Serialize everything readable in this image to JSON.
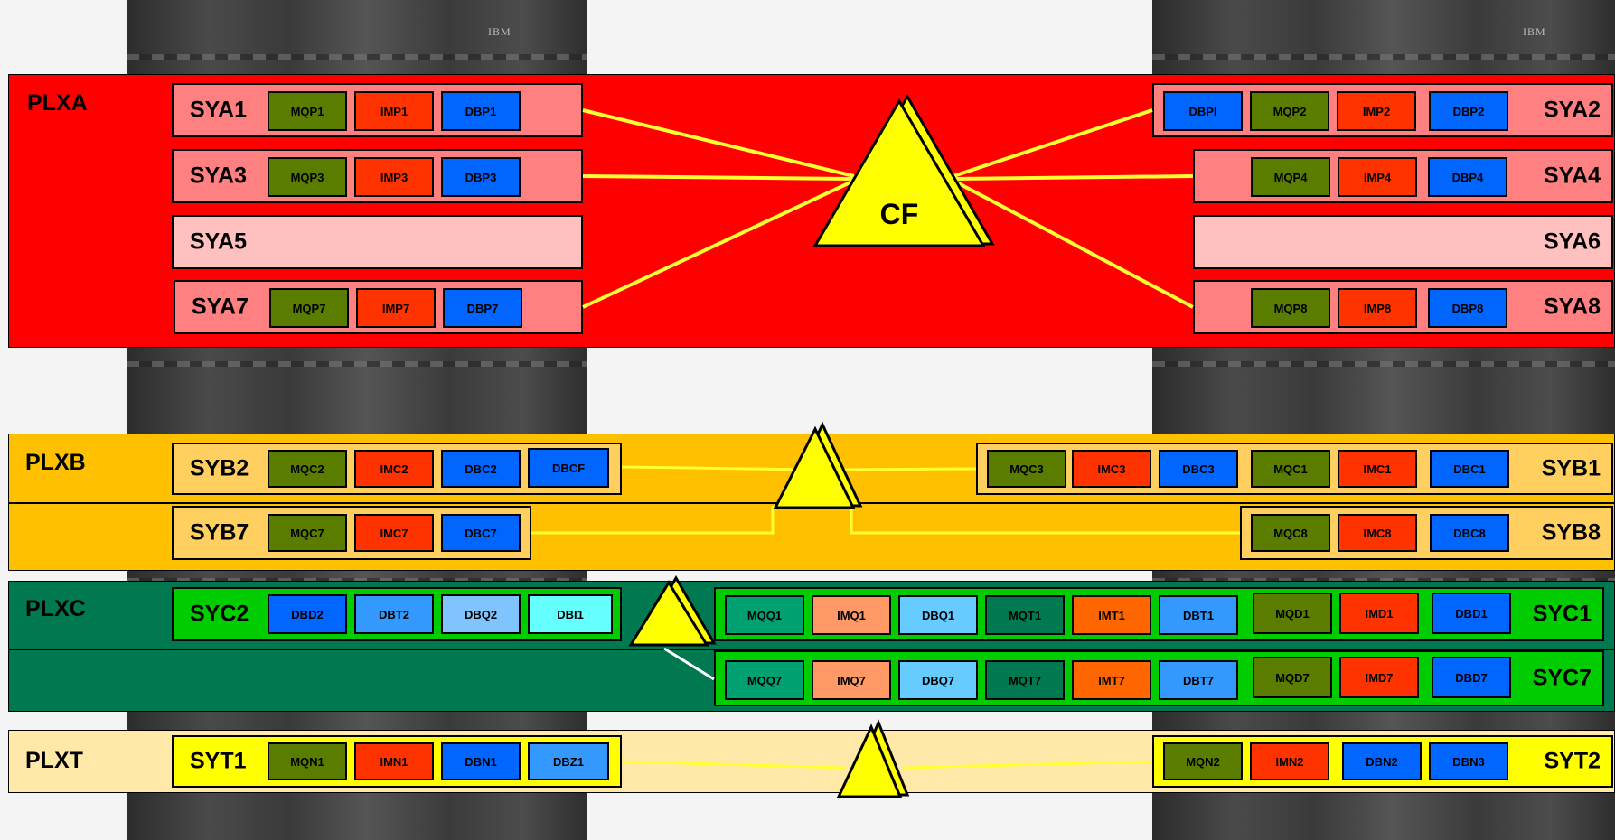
{
  "hardware_brand": "IBM",
  "cf_label": "CF",
  "colors": {
    "mq": "#5a7d00",
    "im": "#ff3300",
    "db": "#0066ff",
    "plxa_band": "#ff0000",
    "plxb_band": "#ffc000",
    "plxc_band": "#007850",
    "plxt_band": "#ffe8a8",
    "link_yellow": "#ffff33",
    "link_white": "#ffffff",
    "cf_fill": "#ffff00"
  },
  "plexes": [
    {
      "label": "PLXA",
      "systems": [
        {
          "label": "SYA1",
          "subsystems": [
            "MQP1",
            "IMP1",
            "DBP1"
          ]
        },
        {
          "label": "SYA2",
          "subsystems": [
            "DBPI",
            "MQP2",
            "IMP2",
            "DBP2"
          ]
        },
        {
          "label": "SYA3",
          "subsystems": [
            "MQP3",
            "IMP3",
            "DBP3"
          ]
        },
        {
          "label": "SYA4",
          "subsystems": [
            "MQP4",
            "IMP4",
            "DBP4"
          ]
        },
        {
          "label": "SYA5",
          "subsystems": []
        },
        {
          "label": "SYA6",
          "subsystems": []
        },
        {
          "label": "SYA7",
          "subsystems": [
            "MQP7",
            "IMP7",
            "DBP7"
          ]
        },
        {
          "label": "SYA8",
          "subsystems": [
            "MQP8",
            "IMP8",
            "DBP8"
          ]
        }
      ]
    },
    {
      "label": "PLXB",
      "systems": [
        {
          "label": "SYB2",
          "subsystems": [
            "MQC2",
            "IMC2",
            "DBC2",
            "DBCF"
          ]
        },
        {
          "label": "SYB1",
          "subsystems": [
            "MQC3",
            "IMC3",
            "DBC3",
            "MQC1",
            "IMC1",
            "DBC1"
          ]
        },
        {
          "label": "SYB7",
          "subsystems": [
            "MQC7",
            "IMC7",
            "DBC7"
          ]
        },
        {
          "label": "SYB8",
          "subsystems": [
            "MQC8",
            "IMC8",
            "DBC8"
          ]
        }
      ]
    },
    {
      "label": "PLXC",
      "systems": [
        {
          "label": "SYC2",
          "subsystems": [
            "DBD2",
            "DBT2",
            "DBQ2",
            "DBI1"
          ]
        },
        {
          "label": "SYC1",
          "subsystems": [
            "MQQ1",
            "IMQ1",
            "DBQ1",
            "MQT1",
            "IMT1",
            "DBT1",
            "MQD1",
            "IMD1",
            "DBD1"
          ]
        },
        {
          "label": "SYC7",
          "subsystems": [
            "MQQ7",
            "IMQ7",
            "DBQ7",
            "MQT7",
            "IMT7",
            "DBT7",
            "MQD7",
            "IMD7",
            "DBD7"
          ]
        }
      ]
    },
    {
      "label": "PLXT",
      "systems": [
        {
          "label": "SYT1",
          "subsystems": [
            "MQN1",
            "IMN1",
            "DBN1",
            "DBZ1"
          ]
        },
        {
          "label": "SYT2",
          "subsystems": [
            "MQN2",
            "IMN2",
            "DBN2",
            "DBN3"
          ]
        }
      ]
    }
  ]
}
